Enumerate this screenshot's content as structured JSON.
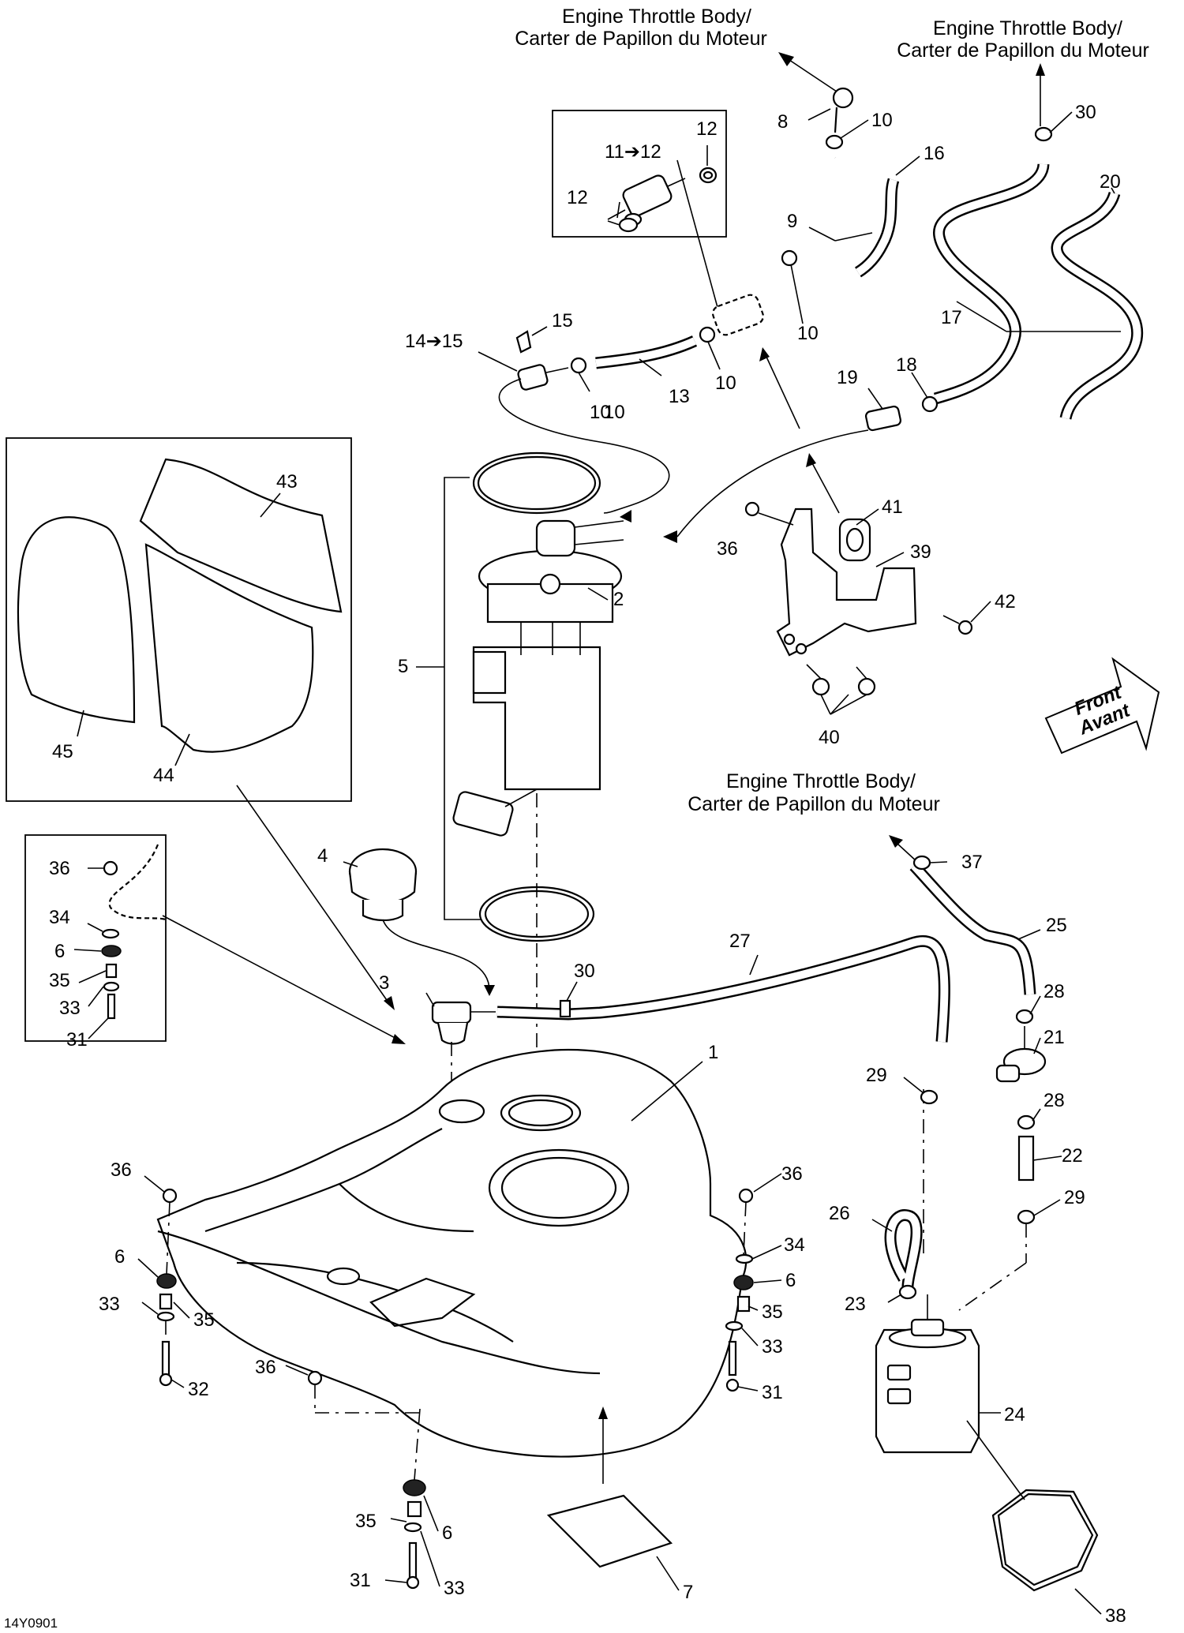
{
  "destinations": [
    {
      "line1": "Engine Throttle Body/",
      "line2": "Carter de Papillon du Moteur"
    },
    {
      "line1": "Engine Throttle Body/",
      "line2": "Carter de Papillon du Moteur"
    },
    {
      "line1": "Engine Throttle Body/",
      "line2": "Carter de Papillon du Moteur"
    }
  ],
  "direction_badge": {
    "line1": "Front",
    "line2": "Avant"
  },
  "callouts": [
    "8",
    "10",
    "30",
    "12",
    "11➔12",
    "12",
    "16",
    "20",
    "9",
    "10",
    "15",
    "14➔15",
    "10",
    "13",
    "10",
    "17",
    "19",
    "18",
    "10",
    "43",
    "41",
    "36",
    "39",
    "2",
    "42",
    "5",
    "40",
    "45",
    "44",
    "36",
    "4",
    "37",
    "34",
    "6",
    "35",
    "33",
    "31",
    "27",
    "25",
    "3",
    "30",
    "28",
    "21",
    "1",
    "29",
    "28",
    "22",
    "36",
    "36",
    "29",
    "26",
    "6",
    "34",
    "6",
    "33",
    "35",
    "23",
    "35",
    "33",
    "32",
    "31",
    "36",
    "24",
    "35",
    "6",
    "31",
    "33",
    "7",
    "38"
  ],
  "drawing_code": "14Y0901"
}
